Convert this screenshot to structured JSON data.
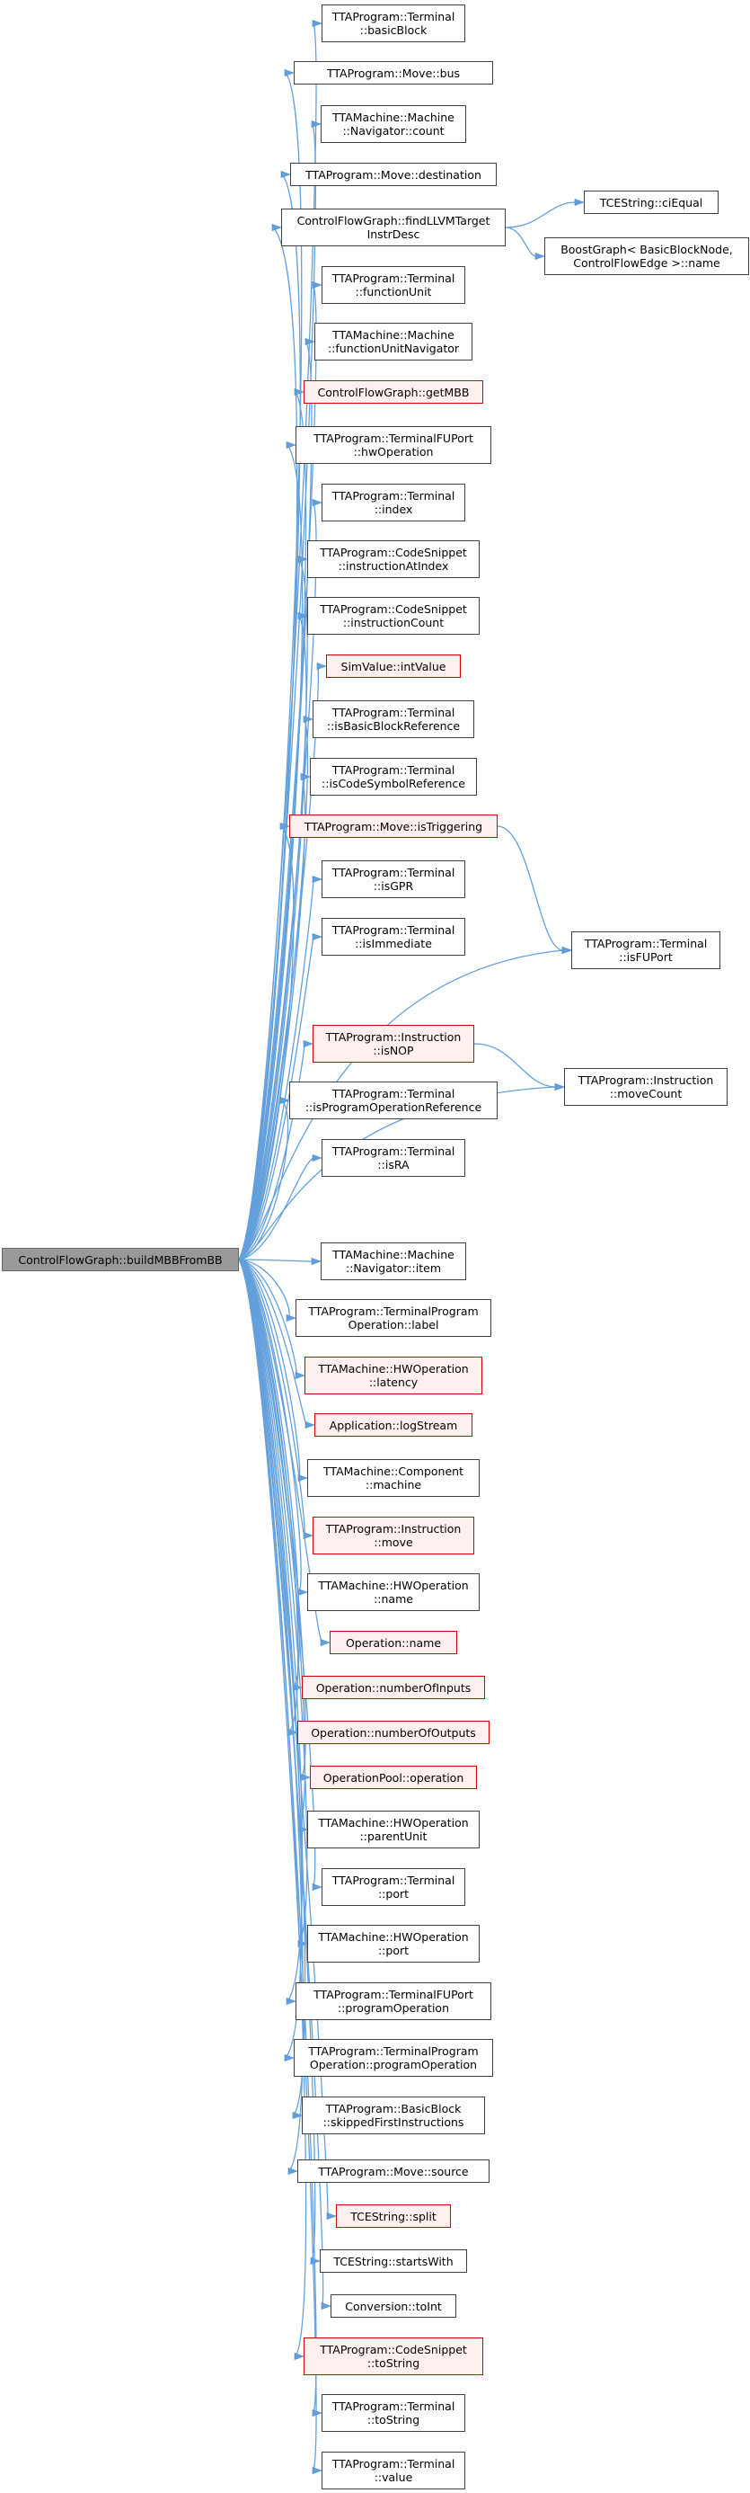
{
  "root": {
    "id": "root",
    "lines": [
      "ControlFlowGraph::buildMBBFromBB"
    ]
  },
  "nodes": [
    {
      "id": "n0",
      "lines": [
        "TTAProgram::Terminal",
        "::basicBlock"
      ],
      "red": false
    },
    {
      "id": "n1",
      "lines": [
        "TTAProgram::Move::bus"
      ],
      "red": false
    },
    {
      "id": "n2",
      "lines": [
        "TTAMachine::Machine",
        "::Navigator::count"
      ],
      "red": false
    },
    {
      "id": "n3",
      "lines": [
        "TTAProgram::Move::destination"
      ],
      "red": false
    },
    {
      "id": "n4",
      "lines": [
        "ControlFlowGraph::findLLVMTarget",
        "InstrDesc"
      ],
      "red": false
    },
    {
      "id": "n5",
      "lines": [
        "TTAProgram::Terminal",
        "::functionUnit"
      ],
      "red": false
    },
    {
      "id": "n6",
      "lines": [
        "TTAMachine::Machine",
        "::functionUnitNavigator"
      ],
      "red": false
    },
    {
      "id": "n7",
      "lines": [
        "ControlFlowGraph::getMBB"
      ],
      "red": true
    },
    {
      "id": "n8",
      "lines": [
        "TTAProgram::TerminalFUPort",
        "::hwOperation"
      ],
      "red": false
    },
    {
      "id": "n9",
      "lines": [
        "TTAProgram::Terminal",
        "::index"
      ],
      "red": false
    },
    {
      "id": "n10",
      "lines": [
        "TTAProgram::CodeSnippet",
        "::instructionAtIndex"
      ],
      "red": false
    },
    {
      "id": "n11",
      "lines": [
        "TTAProgram::CodeSnippet",
        "::instructionCount"
      ],
      "red": false
    },
    {
      "id": "n12",
      "lines": [
        "SimValue::intValue"
      ],
      "red": true
    },
    {
      "id": "n13",
      "lines": [
        "TTAProgram::Terminal",
        "::isBasicBlockReference"
      ],
      "red": false
    },
    {
      "id": "n14",
      "lines": [
        "TTAProgram::Terminal",
        "::isCodeSymbolReference"
      ],
      "red": false
    },
    {
      "id": "n15",
      "lines": [
        "TTAProgram::Move::isTriggering"
      ],
      "red": true
    },
    {
      "id": "n16",
      "lines": [
        "TTAProgram::Terminal",
        "::isGPR"
      ],
      "red": false
    },
    {
      "id": "n17",
      "lines": [
        "TTAProgram::Terminal",
        "::isImmediate"
      ],
      "red": false
    },
    {
      "id": "n18",
      "lines": [
        "TTAProgram::Instruction",
        "::isNOP"
      ],
      "red": true
    },
    {
      "id": "n19",
      "lines": [
        "TTAProgram::Terminal",
        "::isProgramOperationReference"
      ],
      "red": false
    },
    {
      "id": "n20",
      "lines": [
        "TTAProgram::Terminal",
        "::isRA"
      ],
      "red": false
    },
    {
      "id": "n21",
      "lines": [
        "TTAMachine::Machine",
        "::Navigator::item"
      ],
      "red": false
    },
    {
      "id": "n22",
      "lines": [
        "TTAProgram::TerminalProgram",
        "Operation::label"
      ],
      "red": false
    },
    {
      "id": "n23",
      "lines": [
        "TTAMachine::HWOperation",
        "::latency"
      ],
      "red": true
    },
    {
      "id": "n24",
      "lines": [
        "Application::logStream"
      ],
      "red": true
    },
    {
      "id": "n25",
      "lines": [
        "TTAMachine::Component",
        "::machine"
      ],
      "red": false
    },
    {
      "id": "n26",
      "lines": [
        "TTAProgram::Instruction",
        "::move"
      ],
      "red": true
    },
    {
      "id": "n27",
      "lines": [
        "TTAMachine::HWOperation",
        "::name"
      ],
      "red": false
    },
    {
      "id": "n28",
      "lines": [
        "Operation::name"
      ],
      "red": true
    },
    {
      "id": "n29",
      "lines": [
        "Operation::numberOfInputs"
      ],
      "red": true
    },
    {
      "id": "n30",
      "lines": [
        "Operation::numberOfOutputs"
      ],
      "red": true
    },
    {
      "id": "n31",
      "lines": [
        "OperationPool::operation"
      ],
      "red": true
    },
    {
      "id": "n32",
      "lines": [
        "TTAMachine::HWOperation",
        "::parentUnit"
      ],
      "red": false
    },
    {
      "id": "n33",
      "lines": [
        "TTAProgram::Terminal",
        "::port"
      ],
      "red": false
    },
    {
      "id": "n34",
      "lines": [
        "TTAMachine::HWOperation",
        "::port"
      ],
      "red": false
    },
    {
      "id": "n35",
      "lines": [
        "TTAProgram::TerminalFUPort",
        "::programOperation"
      ],
      "red": false
    },
    {
      "id": "n36",
      "lines": [
        "TTAProgram::TerminalProgram",
        "Operation::programOperation"
      ],
      "red": false
    },
    {
      "id": "n37",
      "lines": [
        "TTAProgram::BasicBlock",
        "::skippedFirstInstructions"
      ],
      "red": false
    },
    {
      "id": "n38",
      "lines": [
        "TTAProgram::Move::source"
      ],
      "red": false
    },
    {
      "id": "n39",
      "lines": [
        "TCEString::split"
      ],
      "red": true
    },
    {
      "id": "n40",
      "lines": [
        "TCEString::startsWith"
      ],
      "red": false
    },
    {
      "id": "n41",
      "lines": [
        "Conversion::toInt"
      ],
      "red": false
    },
    {
      "id": "n42",
      "lines": [
        "TTAProgram::CodeSnippet",
        "::toString"
      ],
      "red": true
    },
    {
      "id": "n43",
      "lines": [
        "TTAProgram::Terminal",
        "::toString"
      ],
      "red": false
    },
    {
      "id": "n44",
      "lines": [
        "TTAProgram::Terminal",
        "::value"
      ],
      "red": false
    },
    {
      "id": "n45",
      "lines": [
        "TCEString::ciEqual"
      ],
      "red": false
    },
    {
      "id": "n46",
      "lines": [
        "BoostGraph< BasicBlockNode,",
        "ControlFlowEdge >::name"
      ],
      "red": false
    },
    {
      "id": "n47",
      "lines": [
        "TTAProgram::Terminal",
        "::isFUPort"
      ],
      "red": false
    },
    {
      "id": "n48",
      "lines": [
        "TTAProgram::Instruction",
        "::moveCount"
      ],
      "red": false
    }
  ],
  "edges": [
    [
      "root",
      "n0"
    ],
    [
      "root",
      "n1"
    ],
    [
      "root",
      "n2"
    ],
    [
      "root",
      "n3"
    ],
    [
      "root",
      "n4"
    ],
    [
      "root",
      "n5"
    ],
    [
      "root",
      "n6"
    ],
    [
      "root",
      "n7"
    ],
    [
      "root",
      "n8"
    ],
    [
      "root",
      "n9"
    ],
    [
      "root",
      "n10"
    ],
    [
      "root",
      "n11"
    ],
    [
      "root",
      "n12"
    ],
    [
      "root",
      "n13"
    ],
    [
      "root",
      "n14"
    ],
    [
      "root",
      "n15"
    ],
    [
      "root",
      "n16"
    ],
    [
      "root",
      "n17"
    ],
    [
      "root",
      "n47"
    ],
    [
      "root",
      "n18"
    ],
    [
      "root",
      "n19"
    ],
    [
      "root",
      "n20"
    ],
    [
      "root",
      "n48"
    ],
    [
      "root",
      "n21"
    ],
    [
      "root",
      "n22"
    ],
    [
      "root",
      "n23"
    ],
    [
      "root",
      "n24"
    ],
    [
      "root",
      "n25"
    ],
    [
      "root",
      "n26"
    ],
    [
      "root",
      "n27"
    ],
    [
      "root",
      "n28"
    ],
    [
      "root",
      "n29"
    ],
    [
      "root",
      "n30"
    ],
    [
      "root",
      "n31"
    ],
    [
      "root",
      "n32"
    ],
    [
      "root",
      "n33"
    ],
    [
      "root",
      "n34"
    ],
    [
      "root",
      "n35"
    ],
    [
      "root",
      "n36"
    ],
    [
      "root",
      "n37"
    ],
    [
      "root",
      "n38"
    ],
    [
      "root",
      "n39"
    ],
    [
      "root",
      "n40"
    ],
    [
      "root",
      "n41"
    ],
    [
      "root",
      "n42"
    ],
    [
      "root",
      "n43"
    ],
    [
      "root",
      "n44"
    ],
    [
      "n4",
      "n45"
    ],
    [
      "n4",
      "n46"
    ],
    [
      "n15",
      "n47"
    ],
    [
      "n18",
      "n48"
    ]
  ],
  "colors": {
    "edge": "#63a0db",
    "node_border": "#404040",
    "highlight_border": "#d00000",
    "root_fill": "#999999"
  }
}
